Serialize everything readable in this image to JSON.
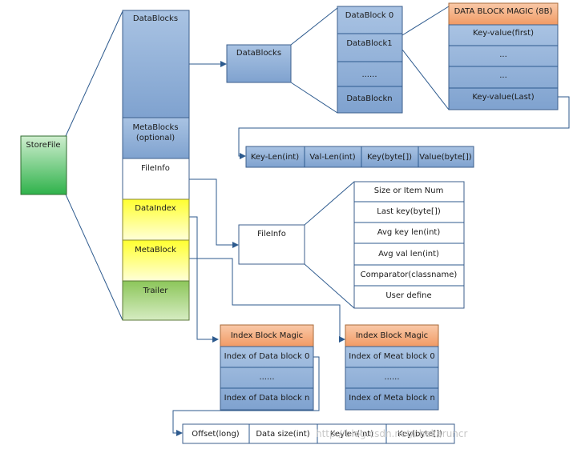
{
  "storefile": {
    "label": "StoreFile",
    "sections": {
      "datablocks": "DataBlocks",
      "metablocks_line1": "MetaBlocks",
      "metablocks_line2": "(optional)",
      "fileinfo": "FileInfo",
      "dataindex": "DataIndex",
      "metablock": "MetaBlock",
      "trailer": "Trailer"
    }
  },
  "datablocks_box": "DataBlocks",
  "datablock_list": [
    "DataBlock 0",
    "DataBlock1",
    "......",
    "DataBlockn"
  ],
  "block_detail": [
    "DATA BLOCK MAGIC (8B)",
    "Key-value(first)",
    "...",
    "...",
    "Key-value(Last)"
  ],
  "kv_fields": [
    "Key-Len(int)",
    "Val-Len(int)",
    "Key(byte[])",
    "Value(byte[])"
  ],
  "fileinfo_box": "FileInfo",
  "fileinfo_fields": [
    "Size or Item Num",
    "Last key(byte[])",
    "Avg key len(int)",
    "Avg val len(int)",
    "Comparator(classname)",
    "User define"
  ],
  "data_index": [
    "Index Block Magic",
    "Index of Data block 0",
    "......",
    "Index of Data block n"
  ],
  "meta_index": [
    "Index Block Magic",
    "Index of Meat block 0",
    "......",
    "Index of Meta block n"
  ],
  "index_entry_fields": [
    "Offset(long)",
    "Data size(int)",
    "Keylen(int)",
    "Key(byte[])"
  ],
  "watermark": "http://blog.csdn.net/chakaruncr",
  "colors": {
    "blue": "#8fb0d8",
    "green": "#3fbf5a",
    "yellow": "#ffff40",
    "light_green": "#9acd62",
    "orange": "#f4a77a",
    "line": "#2d5a8e"
  }
}
